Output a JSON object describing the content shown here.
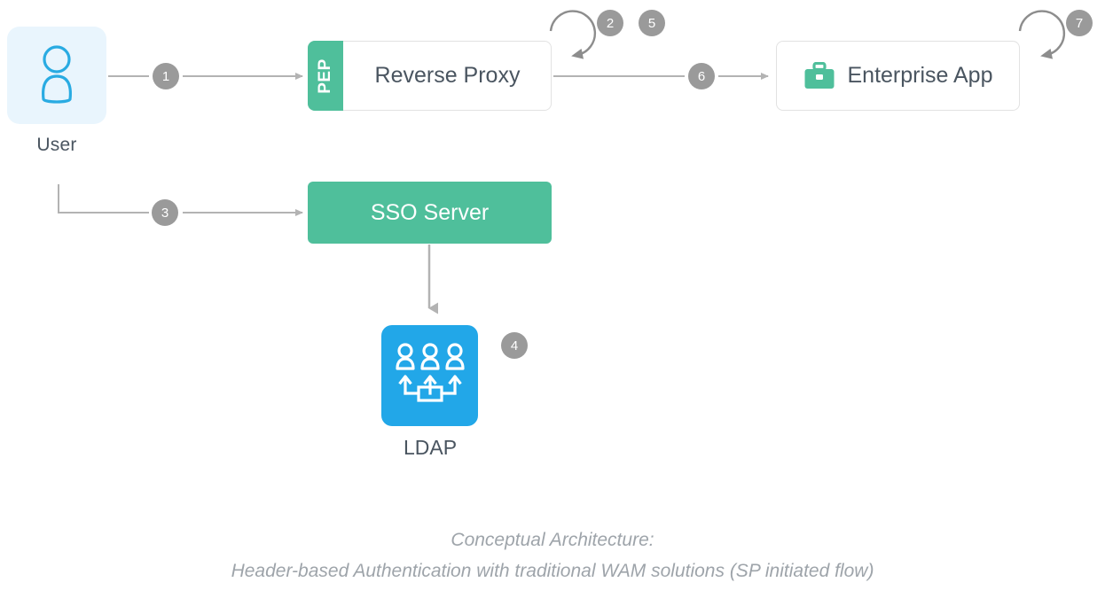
{
  "diagram": {
    "nodes": {
      "user": {
        "label": "User",
        "icon": "user-person-icon",
        "tile_color": "#e9f5fd",
        "icon_color": "#29abe2"
      },
      "reverse_proxy": {
        "label": "Reverse Proxy",
        "tab_label": "PEP",
        "tab_color": "#4fbf9b",
        "text_color": "#4a5560"
      },
      "enterprise_app": {
        "label": "Enterprise App",
        "icon": "briefcase-icon",
        "icon_color": "#4fbf9b",
        "text_color": "#4a5560"
      },
      "sso_server": {
        "label": "SSO Server",
        "fill_color": "#4fbf9b",
        "text_color": "#ffffff"
      },
      "ldap": {
        "label": "LDAP",
        "icon": "directory-users-icon",
        "tile_color": "#22a7e8",
        "icon_color": "#ffffff"
      }
    },
    "steps": [
      {
        "number": "1",
        "from": "user",
        "to": "reverse_proxy"
      },
      {
        "number": "2",
        "from": "reverse_proxy",
        "to": "reverse_proxy"
      },
      {
        "number": "5",
        "from": "reverse_proxy",
        "to": "reverse_proxy"
      },
      {
        "number": "3",
        "from": "user",
        "to": "sso_server"
      },
      {
        "number": "4",
        "from": "sso_server",
        "to": "ldap"
      },
      {
        "number": "6",
        "from": "reverse_proxy",
        "to": "enterprise_app"
      },
      {
        "number": "7",
        "from": "enterprise_app",
        "to": "enterprise_app"
      }
    ],
    "badge_color": "#9a9a9a",
    "connector_color": "#b3b3b3",
    "caption": {
      "line1": "Conceptual Architecture:",
      "line2": "Header-based Authentication with traditional WAM solutions (SP initiated flow)",
      "color": "#9ea4aa"
    }
  }
}
